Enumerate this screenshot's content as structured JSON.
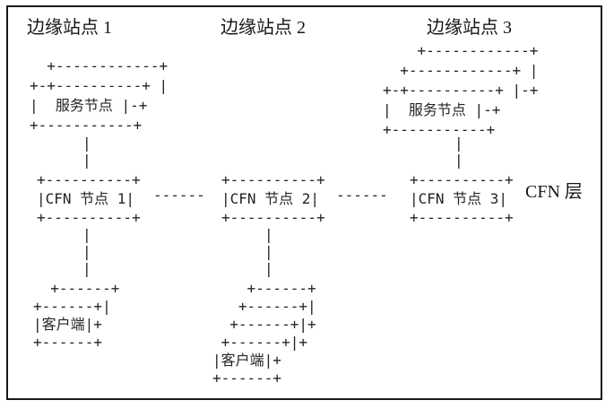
{
  "colors": {
    "ink": "#242424",
    "frame_border": "#1a1a1a",
    "background": "#ffffff"
  },
  "sites": {
    "site1": {
      "label": "边缘站点 1",
      "service_stack": [
        "  +------------+",
        "+-+----------+ |",
        "|  服务节点 |-+",
        "+-----------+"
      ],
      "service_to_cfn_link": [
        "|",
        "|"
      ],
      "cfn_box": [
        "+----------+",
        "|CFN 节点 1|",
        "+----------+"
      ],
      "cfn_to_client_link": [
        "|",
        "|",
        "|"
      ],
      "client_stack": [
        "  +------+",
        "+------+|",
        "|客户端|+",
        "+------+"
      ]
    },
    "site2": {
      "label": "边缘站点 2",
      "cfn_box": [
        "+----------+",
        "|CFN 节点 2|",
        "+----------+"
      ],
      "cfn_to_client_link": [
        "|",
        "|",
        "|"
      ],
      "client_stack": [
        "    +------+",
        "   +------+|",
        "  +------+|+",
        " +------+|+",
        "|客户端|+",
        "+------+"
      ]
    },
    "site3": {
      "label": "边缘站点 3",
      "service_stack": [
        "    +------------+",
        "  +------------+ |",
        "+-+----------+ |-+",
        "|  服务节点 |-+",
        "+-----------+"
      ],
      "service_to_cfn_link": [
        "|",
        "|"
      ],
      "cfn_box": [
        "+----------+",
        "|CFN 节点 3|",
        "+----------+"
      ]
    }
  },
  "connections": {
    "cfn1_to_cfn2": "------",
    "cfn2_to_cfn3": "------"
  },
  "labels": {
    "cfn_layer": "CFN 层"
  }
}
